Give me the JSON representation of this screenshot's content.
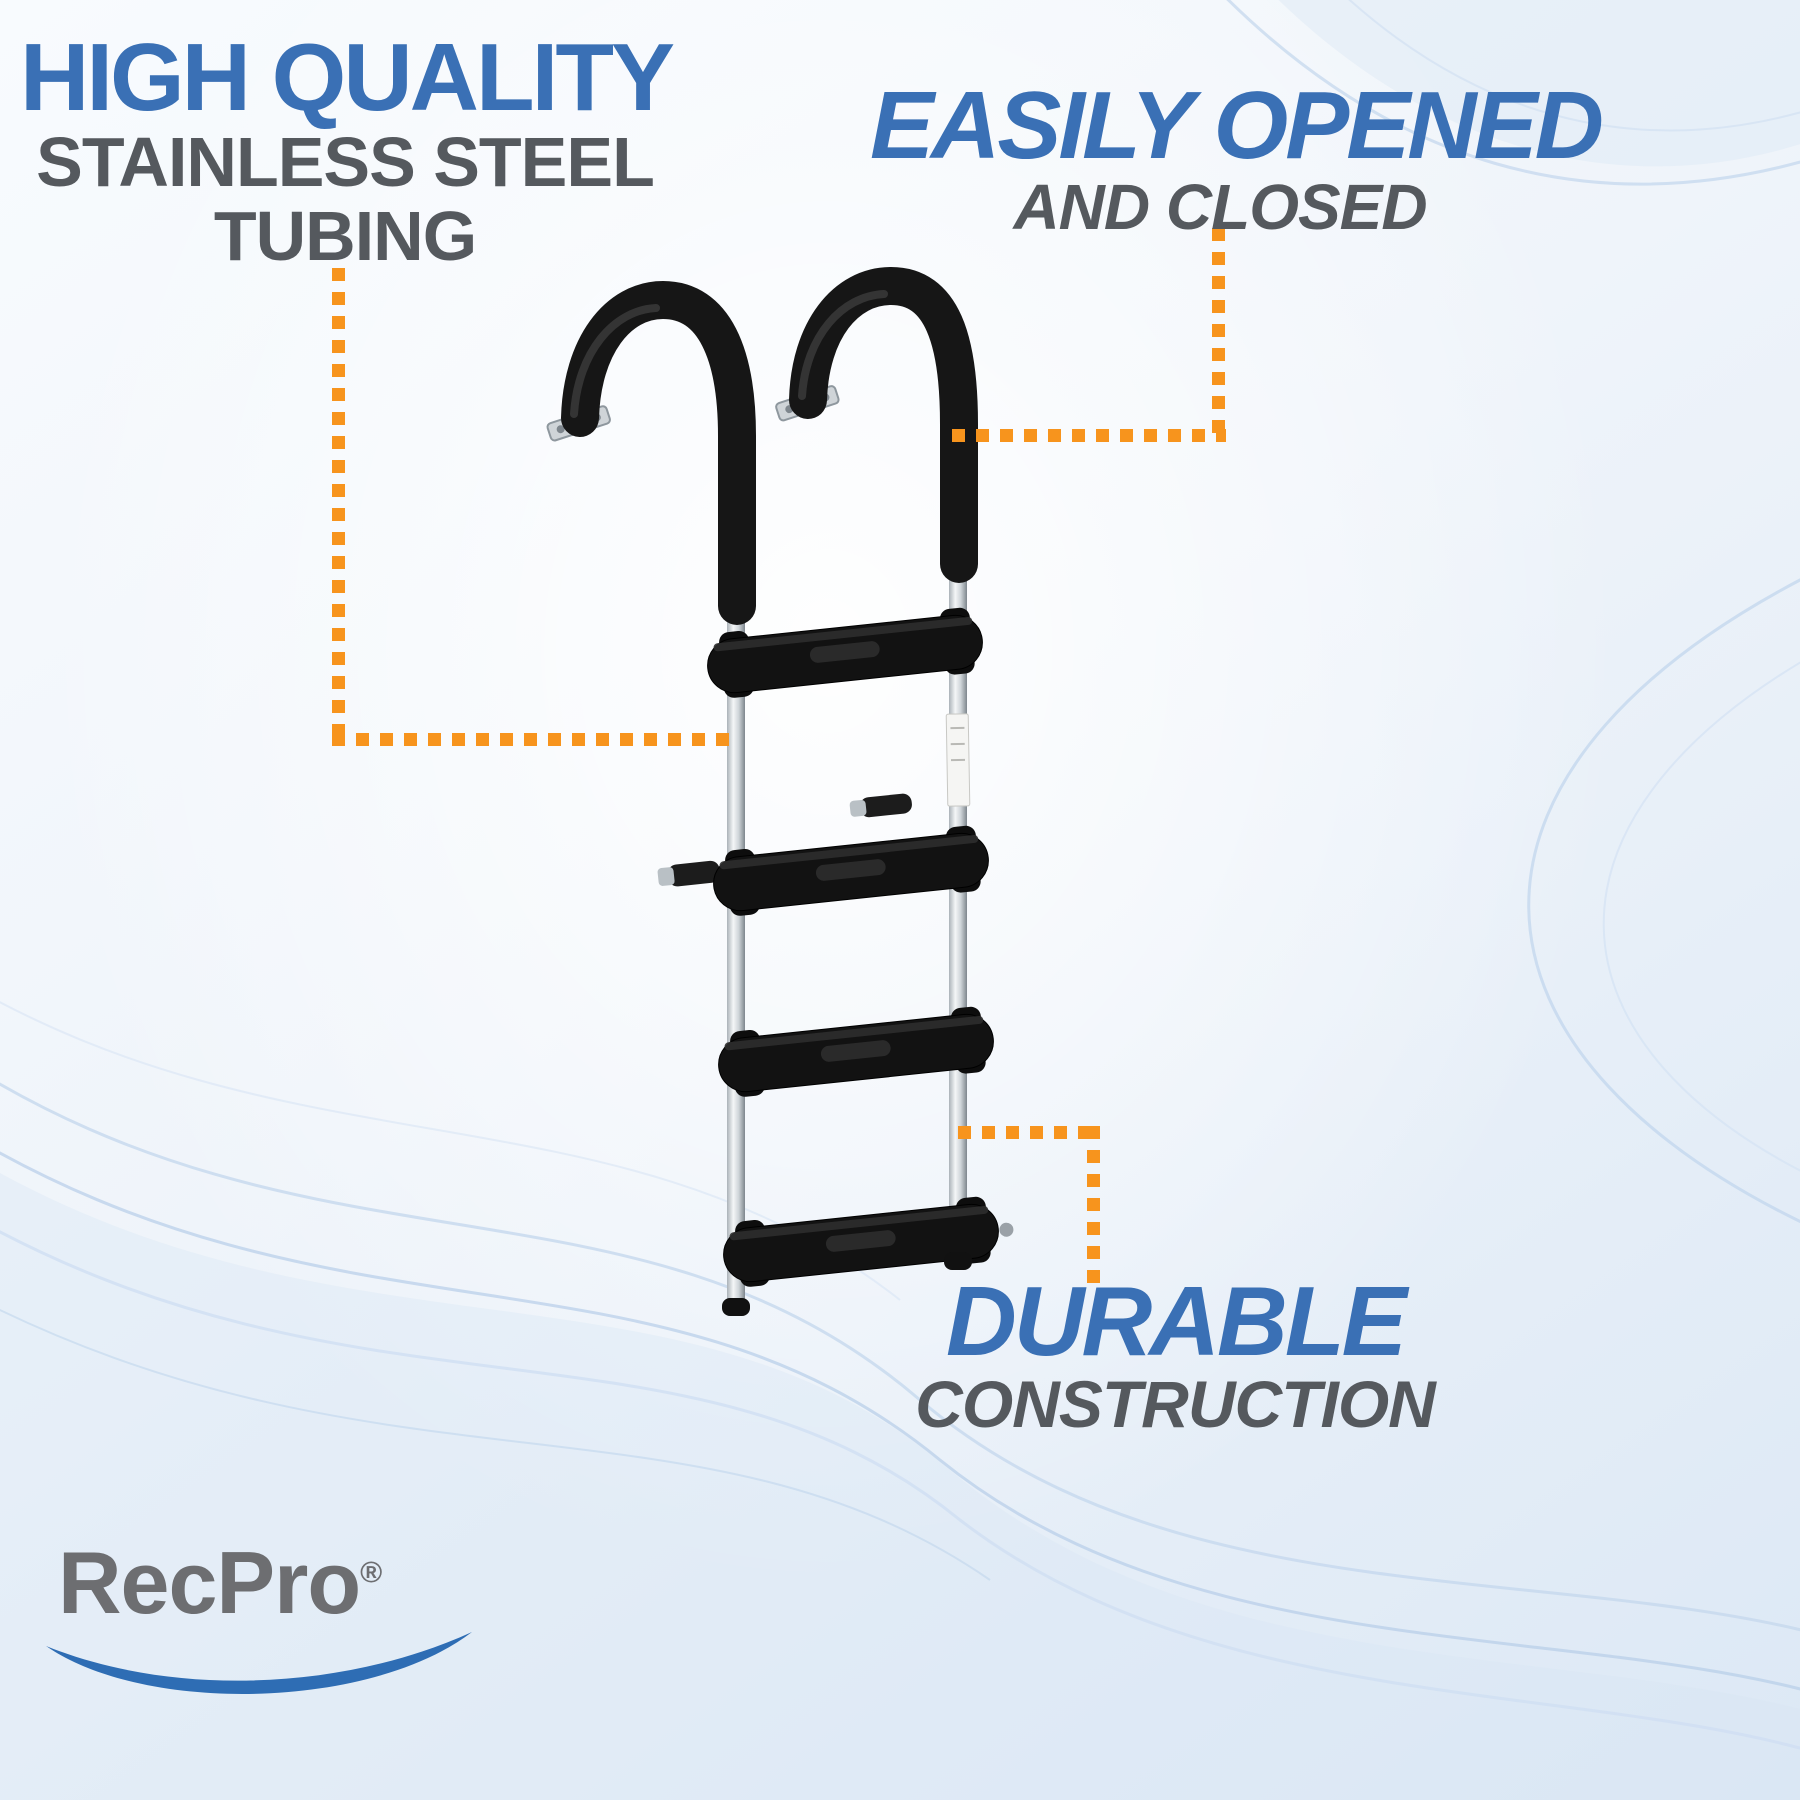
{
  "colors": {
    "heading_blue": "#3a70b5",
    "subheading_gray": "#55595e",
    "accent_orange": "#f7941d",
    "logo_gray": "#6d6e71",
    "logo_swoosh_blue": "#2e6db4",
    "ladder_black": "#161616",
    "rail_silver": "#cfd5d9"
  },
  "callouts": {
    "tubing": {
      "title": "HIGH QUALITY",
      "line1": "STAINLESS STEEL",
      "line2": "TUBING"
    },
    "opened": {
      "title": "EASILY OPENED",
      "subtitle": "AND CLOSED"
    },
    "durable": {
      "title": "DURABLE",
      "subtitle": "CONSTRUCTION"
    }
  },
  "logo": {
    "name": "RecPro",
    "registered": "®"
  }
}
